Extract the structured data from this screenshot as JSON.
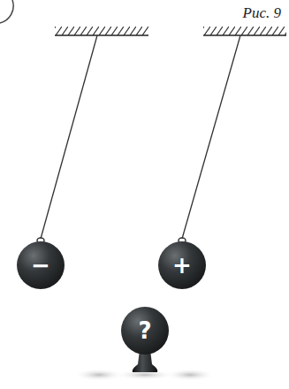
{
  "diagram": {
    "nodes": [
      {
        "text": [
          "−"
        ]
      },
      {
        "text": [
          "+"
        ]
      },
      {
        "text": [
          "?"
        ]
      }
    ],
    "labels": [
      "Рис. 9"
    ]
  }
}
